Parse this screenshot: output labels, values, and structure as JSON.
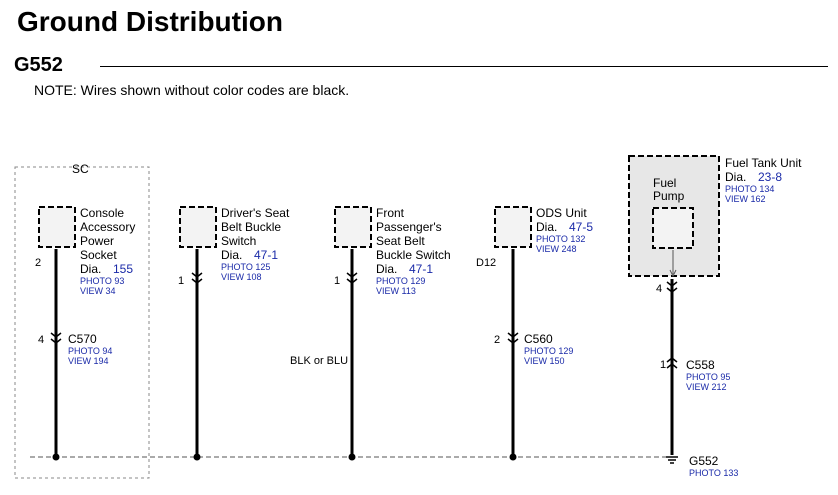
{
  "title": "Ground Distribution",
  "section": "G552",
  "note": "NOTE: Wires shown without color codes are black.",
  "sc_label": "SC",
  "wire_color_label": "BLK or BLU",
  "ground": {
    "name": "G552",
    "photo": "PHOTO 133"
  },
  "columns": [
    {
      "id": "console",
      "name_lines": [
        "Console",
        "Accessory",
        "Power",
        "Socket"
      ],
      "dia_prefix": "Dia.",
      "dia": "155",
      "photo": "PHOTO 93",
      "view": "VIEW 34",
      "pin": "2",
      "connector": {
        "pin": "4",
        "name": "C570",
        "photo": "PHOTO 94",
        "view": "VIEW 194"
      }
    },
    {
      "id": "driver-buckle",
      "name_lines": [
        "Driver's Seat",
        "Belt Buckle",
        "Switch"
      ],
      "dia_prefix": "Dia.",
      "dia": "47-1",
      "photo": "PHOTO 125",
      "view": "VIEW 108",
      "pin": "1"
    },
    {
      "id": "passenger-buckle",
      "name_lines": [
        "Front",
        "Passenger's",
        "Seat Belt",
        "Buckle Switch"
      ],
      "dia_prefix": "Dia.",
      "dia": "47-1",
      "photo": "PHOTO 129",
      "view": "VIEW 113",
      "pin": "1"
    },
    {
      "id": "ods",
      "name_lines": [
        "ODS Unit"
      ],
      "dia_prefix": "Dia.",
      "dia": "47-5",
      "photo": "PHOTO 132",
      "view": "VIEW 248",
      "pin": "D12",
      "connector": {
        "pin": "2",
        "name": "C560",
        "photo": "PHOTO 129",
        "view": "VIEW 150"
      }
    },
    {
      "id": "fuel-tank",
      "name_lines": [
        "Fuel Tank Unit"
      ],
      "dia_prefix": "Dia.",
      "dia": "23-8",
      "photo": "PHOTO 134",
      "view": "VIEW 162",
      "inner_lines": [
        "Fuel",
        "Pump"
      ],
      "pin": "4",
      "connector": {
        "pin": "1",
        "name": "C558",
        "photo": "PHOTO 95",
        "view": "VIEW 212"
      }
    }
  ]
}
